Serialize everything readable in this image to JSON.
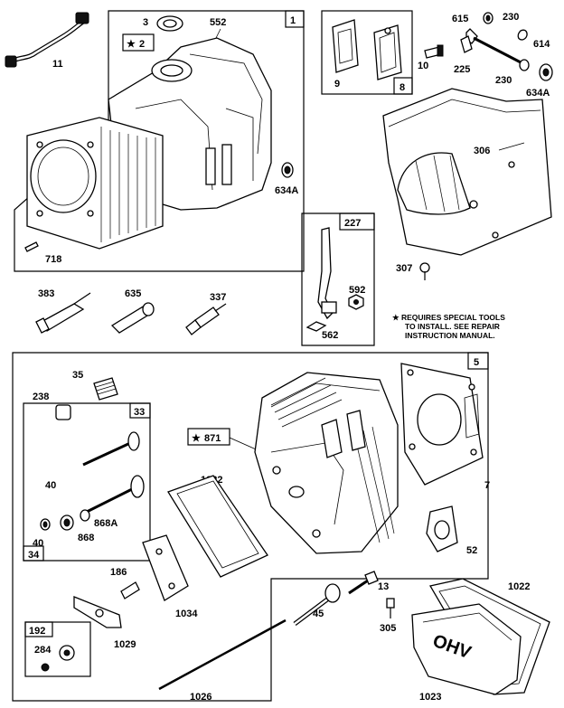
{
  "diagram": {
    "callouts": {
      "p11": "11",
      "p3": "3",
      "p552": "552",
      "star2": "2",
      "box1": "1",
      "p634a_a": "634A",
      "p718": "718",
      "p9": "9",
      "p8": "8",
      "p10": "10",
      "p615": "615",
      "p230a": "230",
      "p614": "614",
      "p225": "225",
      "p230b": "230",
      "p634a_b": "634A",
      "p306": "306",
      "p307": "307",
      "box227": "227",
      "p592": "592",
      "p562": "562",
      "p383": "383",
      "p635": "635",
      "p337": "337",
      "box5": "5",
      "p35": "35",
      "p238": "238",
      "box33": "33",
      "p40a": "40",
      "p868a": "868A",
      "p40b": "40",
      "p868": "868",
      "box34": "34",
      "star871": "871",
      "p1022a": "1022",
      "p7": "7",
      "p52": "52",
      "p186": "186",
      "p1034": "1034",
      "p1029": "1029",
      "box192": "192",
      "p284": "284",
      "p13": "13",
      "p45": "45",
      "p305": "305",
      "p1022b": "1022",
      "p1026": "1026",
      "p1023": "1023"
    },
    "note_lines": [
      "★ REQUIRES SPECIAL TOOLS",
      "TO INSTALL.  SEE REPAIR",
      "INSTRUCTION MANUAL."
    ],
    "star_glyph": "★",
    "cover_logo": "OHV"
  }
}
